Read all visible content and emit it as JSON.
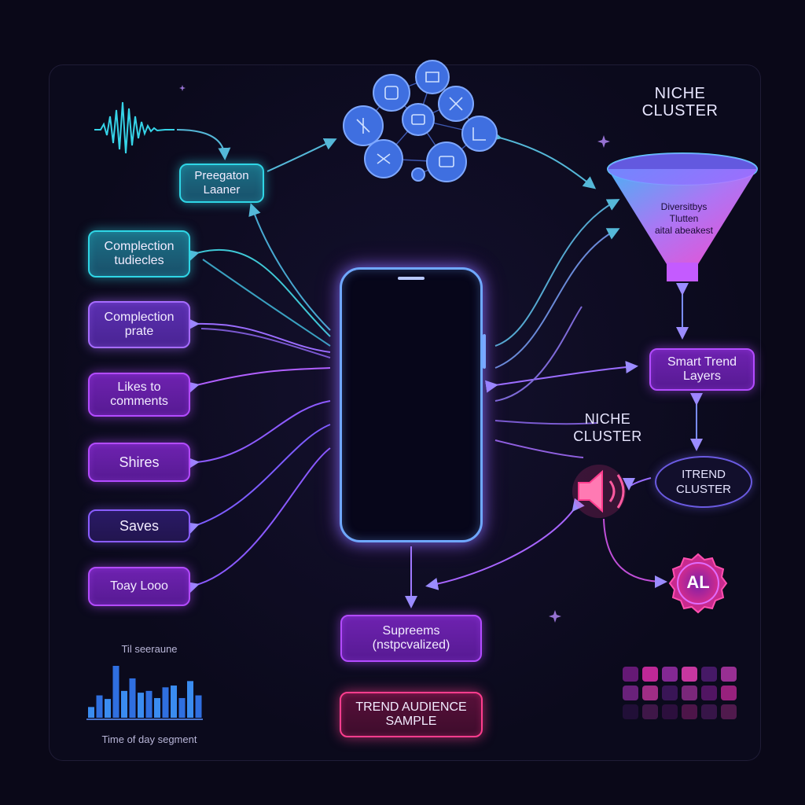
{
  "top": {
    "niche_cluster": "NICHE\nCLUSTER",
    "propagation_box": "Preegaton\nLaaner"
  },
  "left_boxes": [
    {
      "label": "Complection\ntudiecles"
    },
    {
      "label": "Complection\nprate"
    },
    {
      "label": "Likes to\ncomments"
    },
    {
      "label": "Shires"
    },
    {
      "label": "Saves"
    },
    {
      "label": "Toay Looo"
    }
  ],
  "right": {
    "funnel_text": "Diversitbys\nTlutten\naital abeakest",
    "smart_trend": "Smart Trend\nLayers",
    "niche_cluster_2": "NICHE\nCLUSTER",
    "trend_cluster": "ITREND\nCLUSTER",
    "ai_badge": "AL"
  },
  "bottom": {
    "supremes": "Supreems\n(nstpcvalized)",
    "trend_audience": "TREND AUDIENCE\nSAMPLE",
    "chart_title": "Til seeraune",
    "chart_caption": "Time of day segment"
  },
  "colors": {
    "teal": "#2fd6e6",
    "violet": "#a66cff",
    "magenta": "#ff3d8e",
    "blue": "#4a7dff"
  },
  "icons": [
    "waveform-icon",
    "network-icon",
    "funnel-icon",
    "phone-icon",
    "speaker-icon",
    "ai-badge-icon",
    "bar-chart-icon",
    "heatmap-icon"
  ],
  "chart_data": {
    "type": "bar",
    "title": "Til seeraune",
    "xlabel": "Time of day segment",
    "values": [
      12,
      25,
      21,
      58,
      30,
      44,
      28,
      30,
      22,
      34,
      36,
      22,
      41,
      25
    ]
  }
}
